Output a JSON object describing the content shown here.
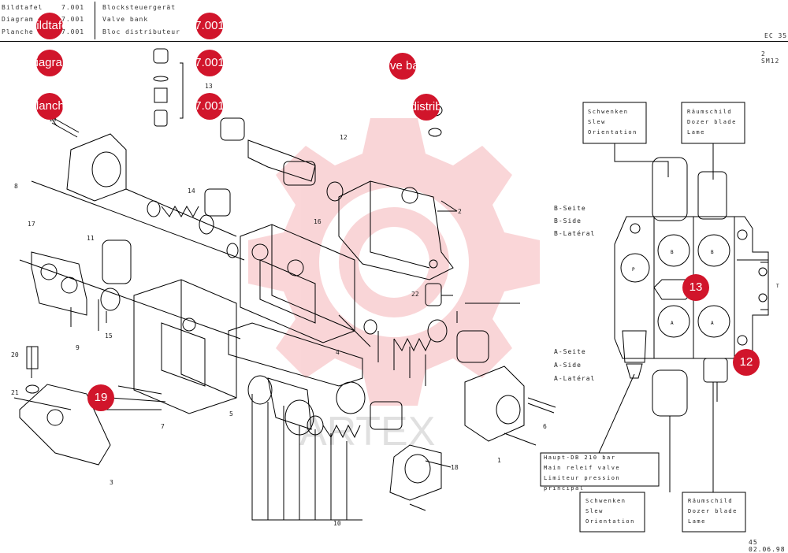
{
  "header": {
    "row1_label": "Bildtafel",
    "row2_label": "Diagram",
    "row3_label": "Planche",
    "row1_no": "7.001",
    "row2_no": "7.001",
    "row3_no": "7.001",
    "title_de": "Blocksteuergerät",
    "title_en": "Valve bank",
    "title_fr": "Bloc distributeur",
    "model": "EC 35",
    "serial": "2 SM12"
  },
  "part_numbers": [
    "19",
    "8",
    "17",
    "9",
    "11",
    "15",
    "20",
    "21",
    "3",
    "7",
    "13",
    "14",
    "18",
    "10",
    "16",
    "2",
    "22",
    "12",
    "1",
    "4",
    "5",
    "6"
  ],
  "side_labels": {
    "b_de": "B-Seite",
    "b_en": "B-Side",
    "b_fr": "B-Latéral",
    "a_de": "A-Seite",
    "a_en": "A-Side",
    "a_fr": "A-Latéral"
  },
  "callouts": {
    "slew_top": [
      "Schwenken",
      "Slew",
      "Orientation"
    ],
    "dozer_top": [
      "Räumschild",
      "Dozer blade",
      "Lame"
    ],
    "relief": [
      "Haupt-DB      210 bar",
      "Main releif valve",
      "Limiteur pression principal"
    ],
    "slew_bot": [
      "Schwenken",
      "Slew",
      "Orientation"
    ],
    "dozer_bot": [
      "Räumschild",
      "Dozer blade",
      "Lame"
    ]
  },
  "footer": {
    "date": "45 02.06.98"
  },
  "hotspots": [
    "Bildtafel",
    "7.001",
    "Diagram",
    "7.001",
    "Valve bank",
    "Planche",
    "7.001",
    "Bloc distributeur",
    "13",
    "12",
    "19"
  ],
  "watermark": "ARTEX"
}
